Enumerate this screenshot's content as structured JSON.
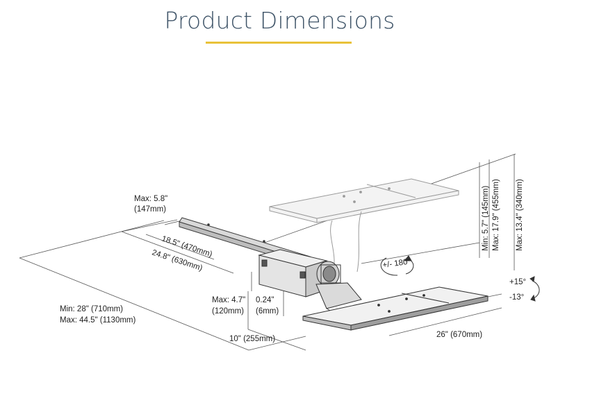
{
  "title": "Product Dimensions",
  "colors": {
    "title": "#3f5468",
    "underline": "#e9c23a",
    "line": "#444444",
    "ghost": "#9a9a9a",
    "text": "#222222"
  },
  "labels": {
    "max_width_line1": "Max: 5.8\"",
    "max_width_line2": "(147mm)",
    "track_short": "18.5\" (470mm)",
    "track_long": "24.8\" (630mm)",
    "reach_min": "Min: 28\" (710mm)",
    "reach_max": "Max: 44.5\" (1130mm)",
    "drop_line1": "Max: 4.7\"",
    "drop_line2": "(120mm)",
    "thickness_line1": "0.24\"",
    "thickness_line2": "(6mm)",
    "depth": "10\" (255mm)",
    "tray_width": "26\" (670mm)",
    "rotation": "+/- 180°",
    "tilt_up": "+15°",
    "tilt_down": "-13°",
    "height_a": "Min: 5.7\" (145mm)",
    "height_b": "Max: 17.9\" (455mm)",
    "height_c": "Max: 13.4\" (340mm)"
  }
}
